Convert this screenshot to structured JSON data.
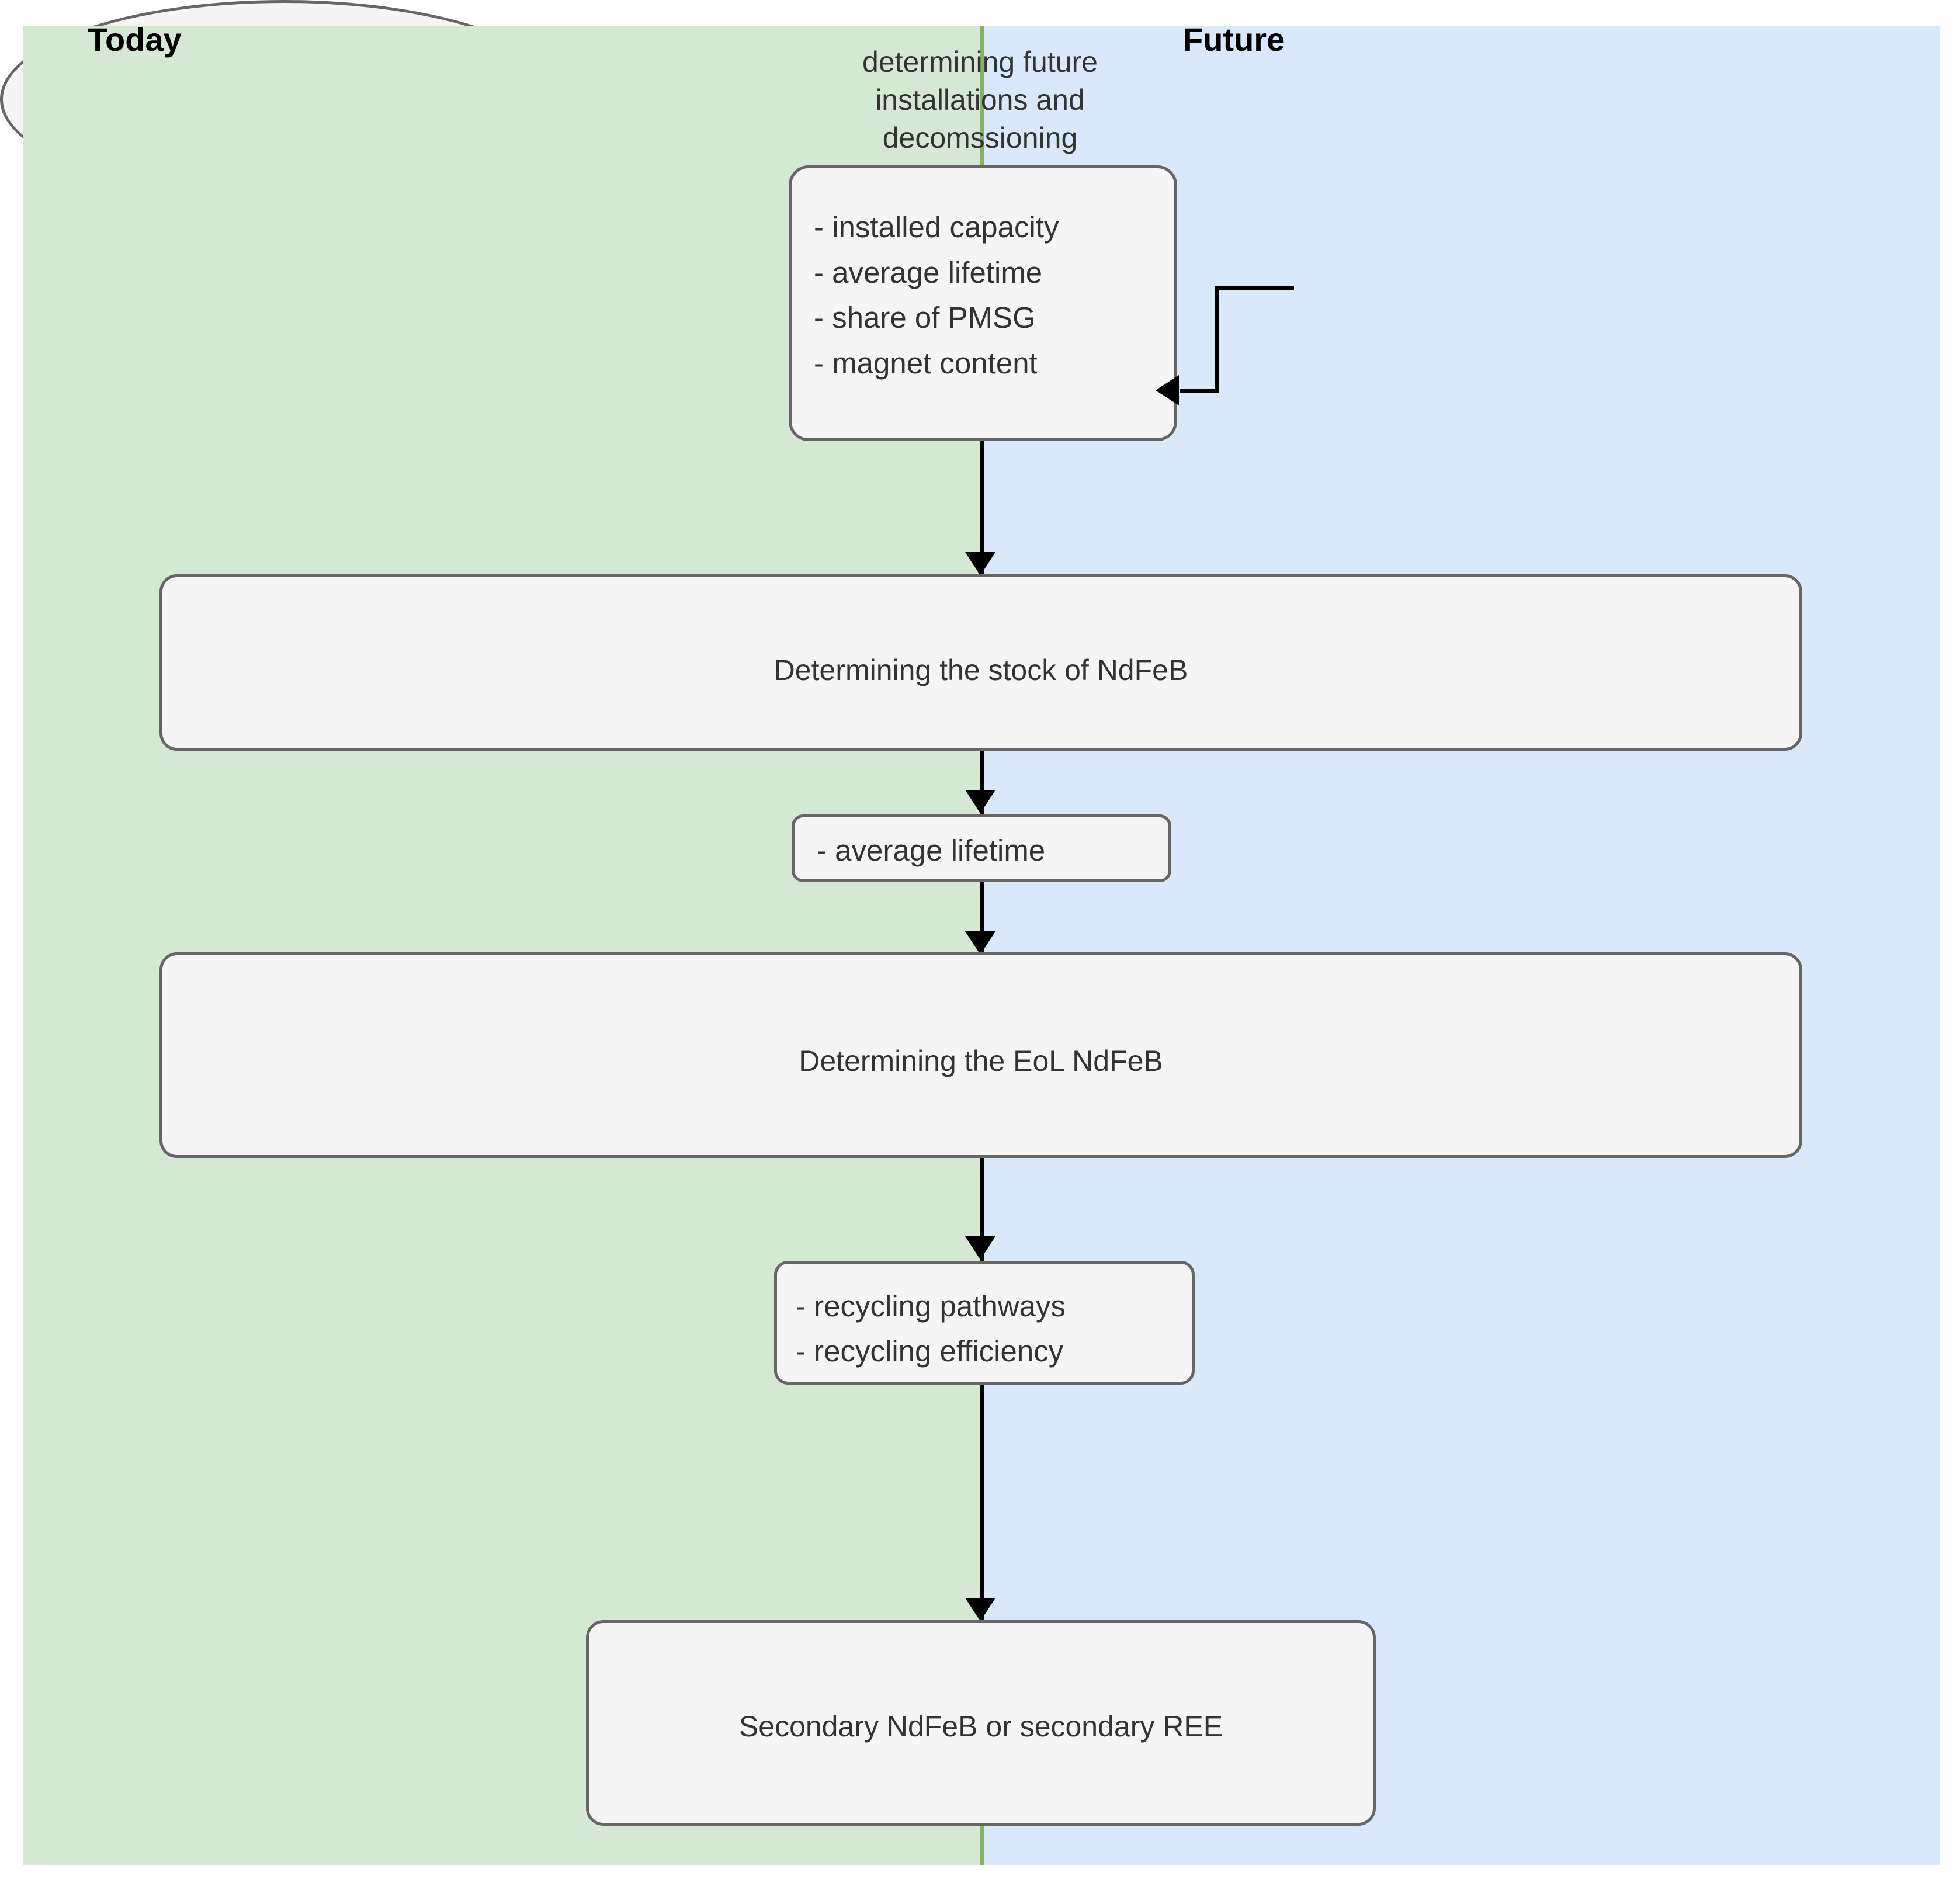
{
  "panels": {
    "today": {
      "label": "Today",
      "color": "#d5e8d4"
    },
    "future": {
      "label": "Future",
      "color": "#dae8fc"
    },
    "divider_color": "#82b366"
  },
  "nodes": {
    "inputs": {
      "items": [
        "- installed capacity",
        "- average lifetime",
        "- share of PMSG",
        "- magnet content"
      ]
    },
    "future_assumption": {
      "lines": [
        "determining future",
        "installations and",
        "decomssioning"
      ]
    },
    "stock": {
      "label": "Determining the stock of NdFeB"
    },
    "lifetime": {
      "label": "- average lifetime"
    },
    "eol": {
      "label": "Determining the EoL NdFeB"
    },
    "recycling": {
      "items": [
        "- recycling pathways",
        "- recycling efficiency"
      ]
    },
    "secondary": {
      "label": "Secondary NdFeB or secondary REE"
    }
  },
  "style": {
    "node_fill": "#f5f5f5",
    "node_stroke": "#666666",
    "text_color": "#333333",
    "connector_color": "#000000"
  }
}
